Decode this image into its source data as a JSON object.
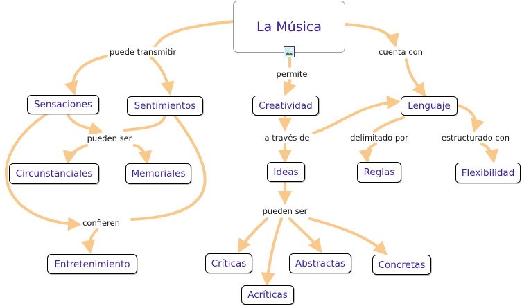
{
  "diagram": {
    "root": "La Música",
    "nodes": {
      "sensaciones": "Sensaciones",
      "sentimientos": "Sentimientos",
      "circunstanciales": "Circunstanciales",
      "memoriales": "Memoriales",
      "entretenimiento": "Entretenimiento",
      "creatividad": "Creatividad",
      "ideas": "Ideas",
      "criticas": "Críticas",
      "acriticas": "Acríticas",
      "abstractas": "Abstractas",
      "concretas": "Concretas",
      "lenguaje": "Lenguaje",
      "reglas": "Reglas",
      "flexibilidad": "Flexibilidad"
    },
    "link_labels": {
      "puede_transmitir": "puede transmitir",
      "pueden_ser_1": "pueden ser",
      "confieren": "confieren",
      "permite": "permite",
      "a_traves_de": "a través de",
      "pueden_ser_2": "pueden ser",
      "cuenta_con": "cuenta con",
      "delimitado_por": "delimitado por",
      "estructurado_con": "estructurado con"
    },
    "colors": {
      "link": "#f8c98a",
      "node_text": "#3a1fa6",
      "node_border": "#000000",
      "root_border": "#9a9a9a"
    },
    "icons": {
      "root_attachment": "image-icon"
    }
  }
}
